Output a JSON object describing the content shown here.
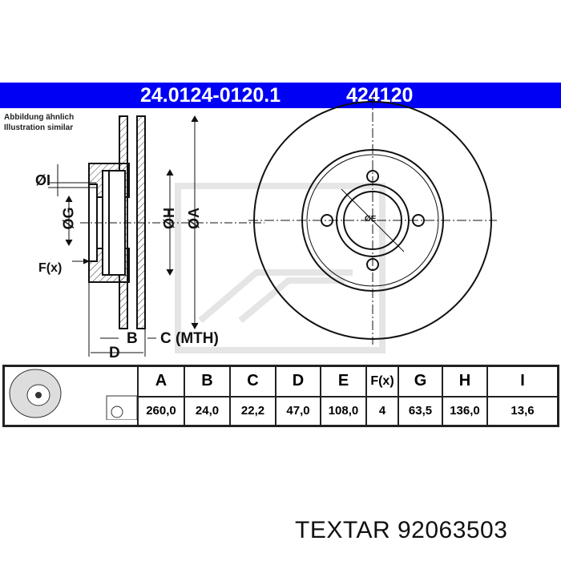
{
  "header": {
    "part_number": "24.0124-0120.1",
    "ref_number": "424120",
    "color": "#0000f5"
  },
  "note": {
    "line1": "Abbildung ähnlich",
    "line2": "Illustration similar"
  },
  "drawing_labels": {
    "I": "ØI",
    "G": "ØG",
    "H": "ØH",
    "A": "ØA",
    "F": "F(x)",
    "B": "B",
    "C": "C (MTH)",
    "D": "D",
    "E": "ØE"
  },
  "table": {
    "headers": [
      "A",
      "B",
      "C",
      "D",
      "E",
      "F(x)",
      "G",
      "H",
      "I"
    ],
    "values": [
      "260,0",
      "24,0",
      "22,2",
      "47,0",
      "108,0",
      "4",
      "63,5",
      "136,0",
      "13,6"
    ]
  },
  "footer": {
    "text": "TEXTAR 92063503"
  }
}
